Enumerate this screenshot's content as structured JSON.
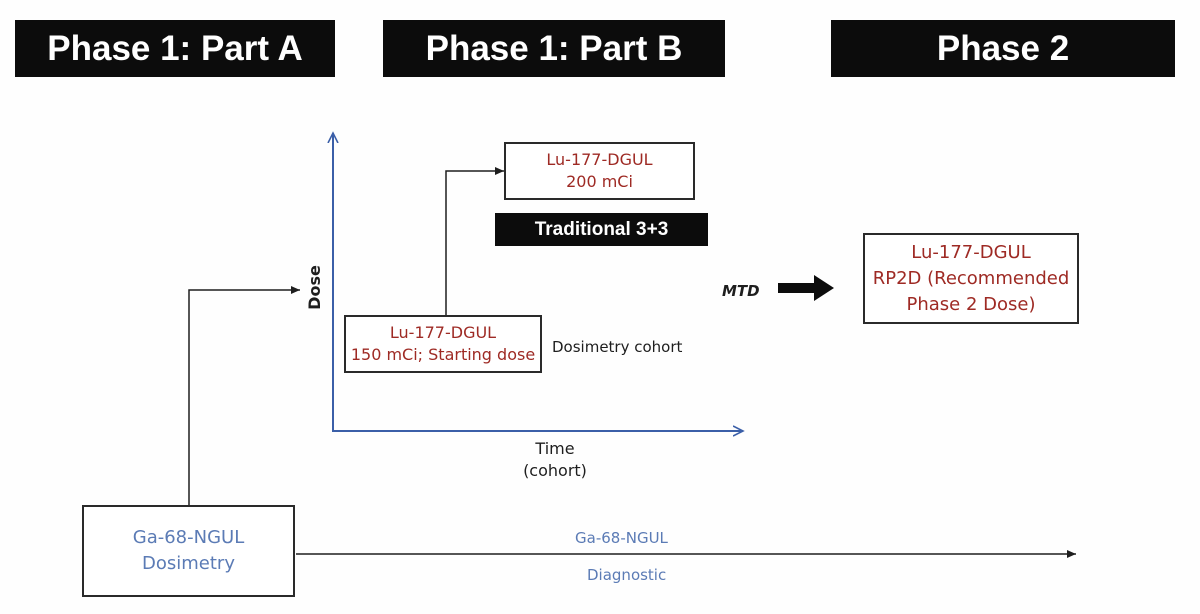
{
  "headers": {
    "phase1a": "Phase 1: Part A",
    "phase1b": "Phase 1: Part B",
    "phase2": "Phase 2"
  },
  "axes": {
    "y_label": "Dose",
    "x_label_line1": "Time",
    "x_label_line2": "(cohort)"
  },
  "boxes": {
    "top_dose": {
      "line1": "Lu-177-DGUL",
      "line2": "200 mCi"
    },
    "starting_dose": {
      "line1": "Lu-177-DGUL",
      "line2": "150 mCi; Starting dose"
    },
    "rp2d": {
      "line1": "Lu-177-DGUL",
      "line2": "RP2D (Recommended",
      "line3": "Phase 2 Dose)"
    },
    "ga68": {
      "line1": "Ga-68-NGUL",
      "line2": "Dosimetry"
    }
  },
  "labels": {
    "traditional": "Traditional 3+3",
    "dosimetry_cohort": "Dosimetry cohort",
    "mtd": "MTD",
    "diag_top": "Ga-68-NGUL",
    "diag_bottom": "Diagnostic"
  },
  "colors": {
    "header_bg": "#0c0c0c",
    "red_text": "#9e2a24",
    "blue_text": "#5b7bb5",
    "axis_blue": "#3b5fa8"
  }
}
